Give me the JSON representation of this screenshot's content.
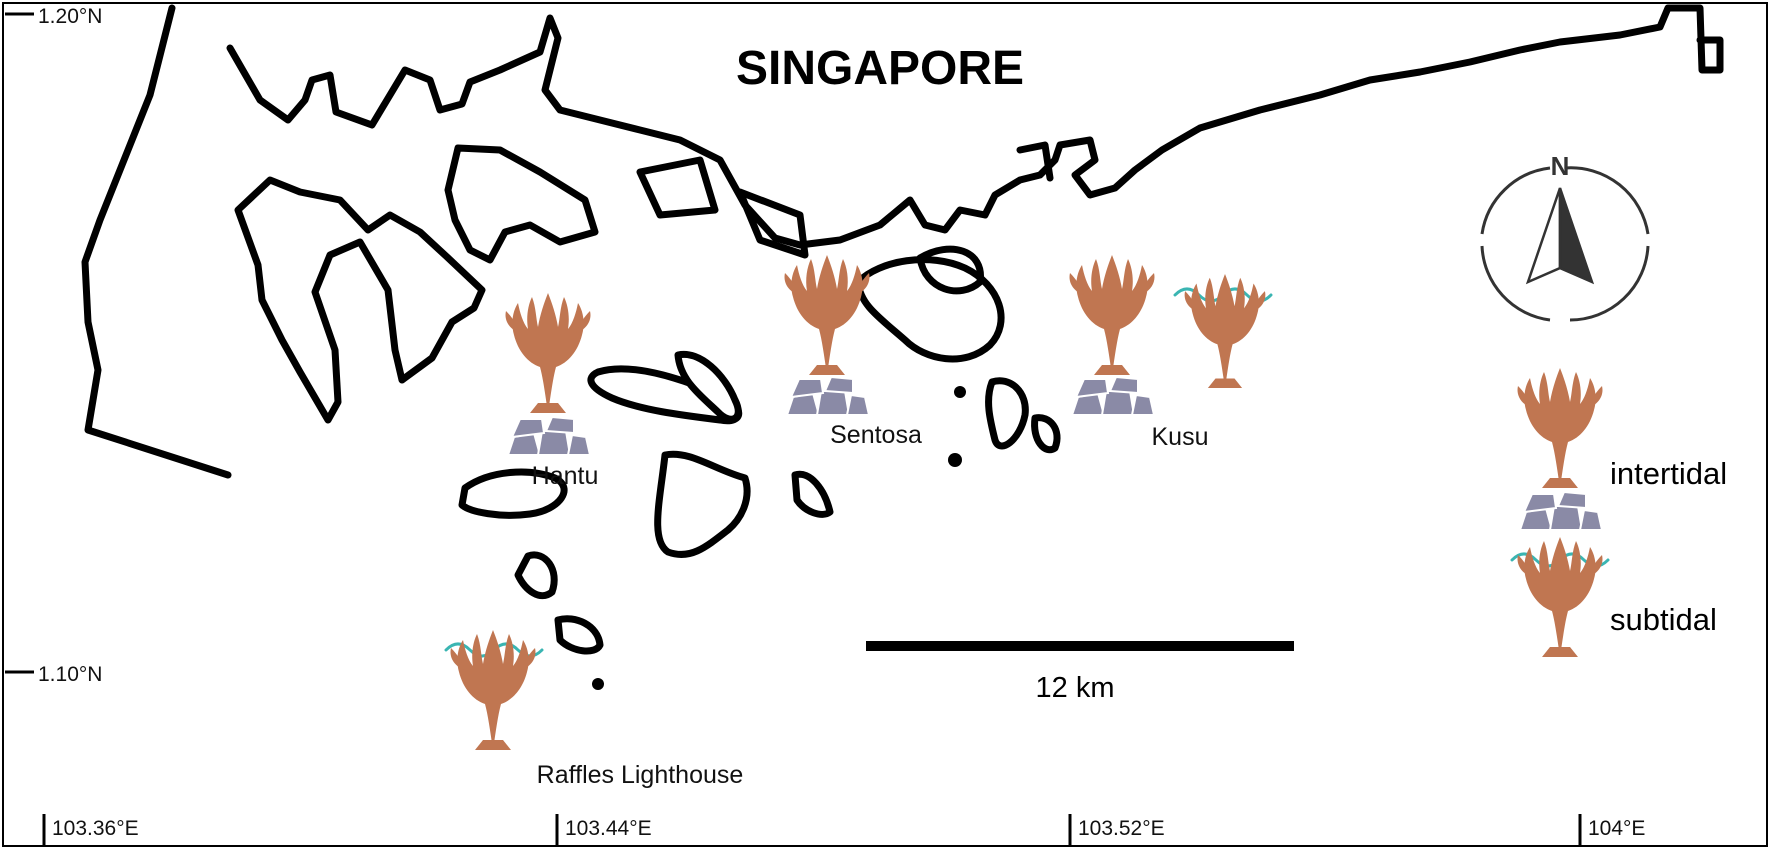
{
  "map": {
    "title": "SINGAPORE",
    "north_label": "N",
    "scale_bar_label": "12 km",
    "colors": {
      "coast": "#000000",
      "coral": "#c07651",
      "rock": "#8a8aa6",
      "water": "#3ab5b2"
    },
    "lat_ticks": [
      "1.20°N",
      "1.10°N"
    ],
    "lon_ticks": [
      "103.36°E",
      "103.44°E",
      "103.52°E",
      "104°E"
    ],
    "sites": [
      {
        "name": "Hantu",
        "types": [
          "intertidal"
        ]
      },
      {
        "name": "Sentosa",
        "types": [
          "intertidal"
        ]
      },
      {
        "name": "Kusu",
        "types": [
          "intertidal",
          "subtidal"
        ]
      },
      {
        "name": "Raffles Lighthouse",
        "types": [
          "subtidal"
        ]
      }
    ],
    "legend": [
      {
        "label": "intertidal",
        "icon": "coral-on-rocks-icon"
      },
      {
        "label": "subtidal",
        "icon": "coral-underwater-icon"
      }
    ]
  }
}
